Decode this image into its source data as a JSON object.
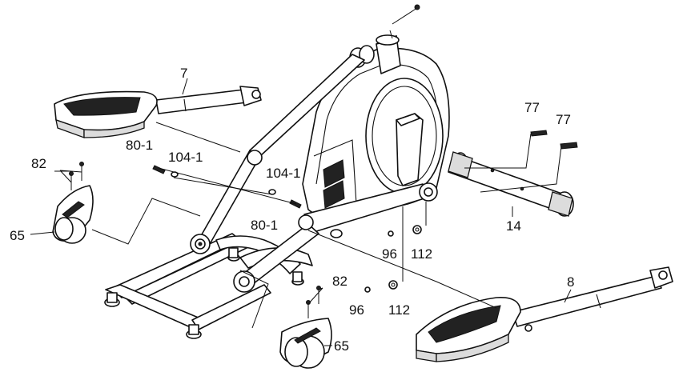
{
  "callouts": {
    "p7": "7",
    "p8": "8",
    "p14": "14",
    "p65a": "65",
    "p65b": "65",
    "p77a": "77",
    "p77b": "77",
    "p80_1a": "80-1",
    "p80_1b": "80-1",
    "p82a": "82",
    "p82b": "82",
    "p96a": "96",
    "p96b": "96",
    "p104_1a": "104-1",
    "p104_1b": "104-1",
    "p112a": "112",
    "p112b": "112"
  }
}
